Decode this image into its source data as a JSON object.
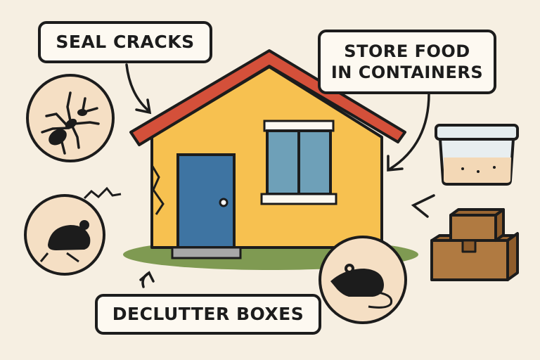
{
  "labels": {
    "seal_cracks": "SEAL CRACKS",
    "store_food_line1": "STORE FOOD",
    "store_food_line2": "IN CONTAINERS",
    "declutter_boxes": "DECLUTTER BOXES"
  },
  "colors": {
    "background": "#f6efe2",
    "roof": "#d4503a",
    "wall": "#f7c150",
    "door": "#3e74a2",
    "window_glass": "#6ea0b8",
    "grass": "#7f9a52",
    "pest_circle": "#f5dfc4",
    "box": "#b07a41"
  },
  "icons": [
    "ant-icon",
    "mouse-icon",
    "rat-icon",
    "food-container-icon",
    "cardboard-boxes-icon",
    "house-illustration",
    "arrow-icon"
  ]
}
